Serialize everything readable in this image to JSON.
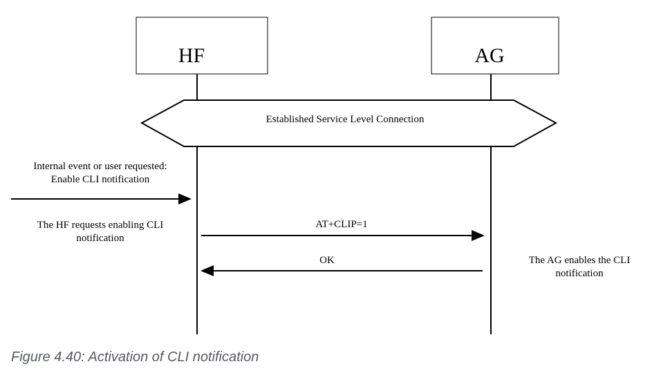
{
  "entities": {
    "hf": {
      "label": "HF"
    },
    "ag": {
      "label": "AG"
    }
  },
  "connection": {
    "label": "Established Service Level Connection"
  },
  "trigger": {
    "line1": "Internal event or user requested:",
    "line2": "Enable CLI notification"
  },
  "hf_note": {
    "line1": "The HF requests enabling CLI",
    "line2": "notification"
  },
  "ag_note": {
    "line1": "The AG enables the CLI",
    "line2": "notification"
  },
  "messages": [
    {
      "label": "AT+CLIP=1",
      "from": "HF",
      "to": "AG"
    },
    {
      "label": "OK",
      "from": "AG",
      "to": "HF"
    }
  ],
  "caption": "Figure 4.40: Activation of CLI notification"
}
